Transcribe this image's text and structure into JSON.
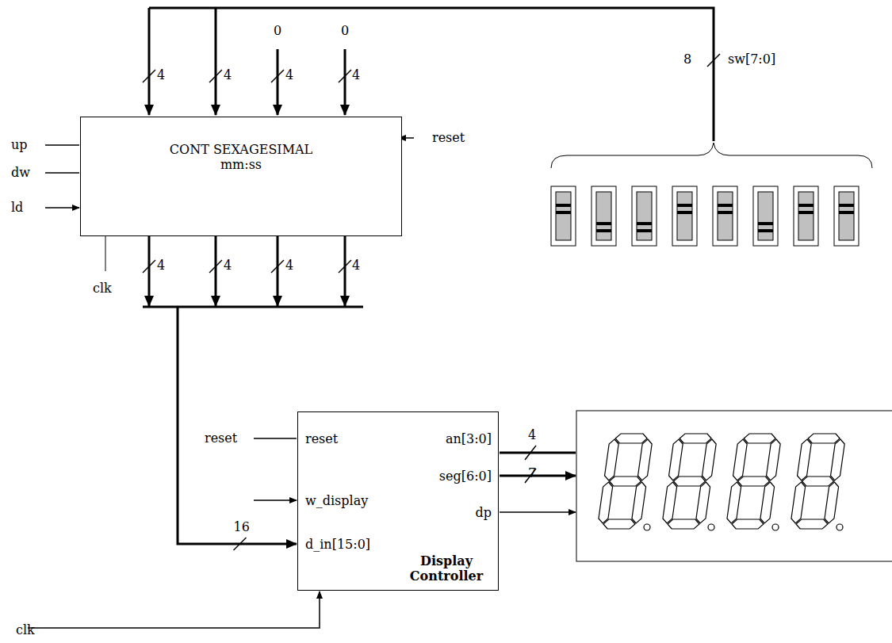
{
  "diagram": {
    "nodes": [
      {
        "text": [
          "CONT SEXAGESIMAL",
          "mm:ss"
        ]
      },
      {
        "text": [
          "reset",
          "w_display",
          "d_in[15:0]",
          "an[3:0]",
          "seg[6:0]",
          "dp",
          "Display Controller"
        ]
      }
    ],
    "edges": [
      {
        "from": 0,
        "to": 1,
        "arrow": "to",
        "label": "16"
      }
    ],
    "labels": [
      "up",
      "dw",
      "ld",
      "reset",
      "clk",
      "0",
      "0",
      "4",
      "4",
      "4",
      "4",
      "4",
      "4",
      "4",
      "4",
      "8",
      "sw[7:0]",
      "reset",
      "clk",
      "4",
      "7"
    ]
  }
}
